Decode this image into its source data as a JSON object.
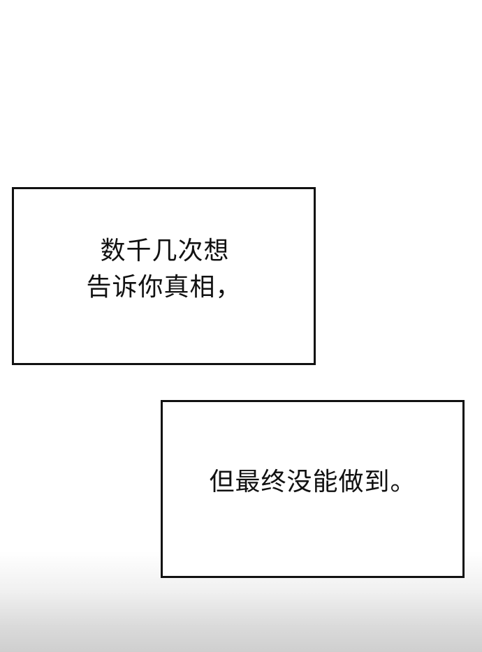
{
  "captions": [
    {
      "lines": [
        "数千几次想",
        "告诉你真相，"
      ]
    },
    {
      "lines": [
        "但最终没能做到。"
      ]
    }
  ]
}
